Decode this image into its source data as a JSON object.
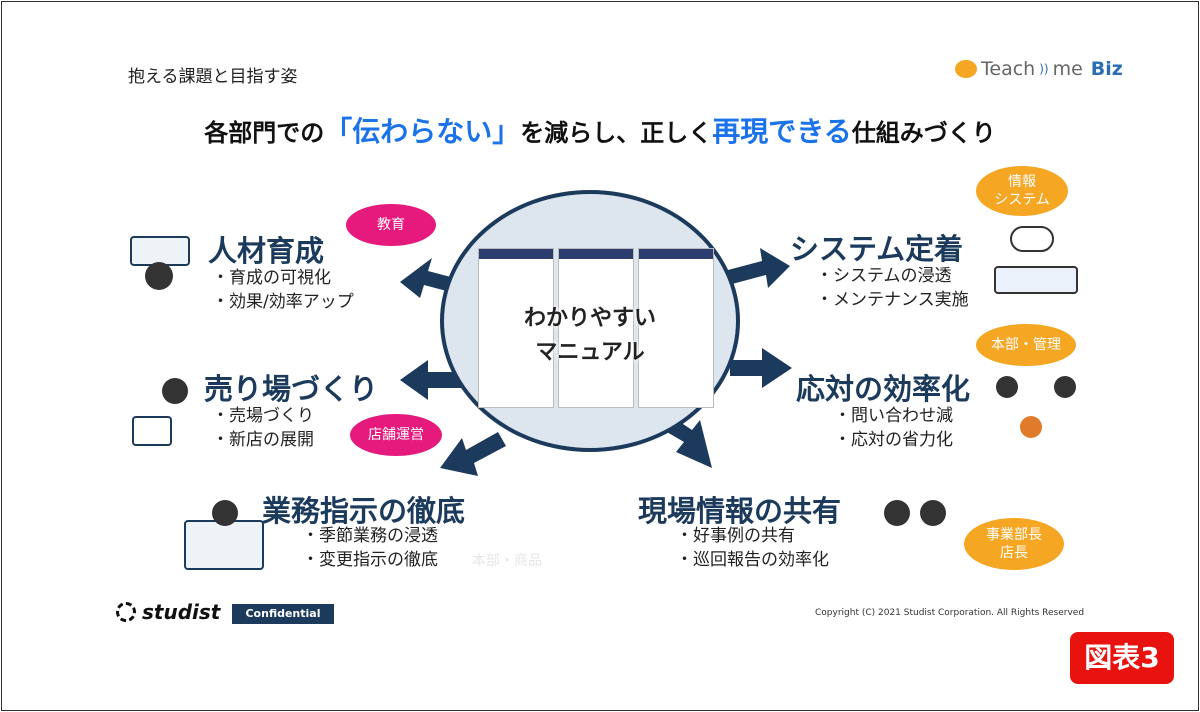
{
  "header": {
    "subtitle": "抱える課題と目指す姿",
    "logo_text": "Teach",
    "logo_me": "me",
    "logo_biz": "Biz"
  },
  "headline": {
    "part1": "各部門での",
    "highlight1": "「伝わらない」",
    "part2": "を減らし、正しく",
    "highlight2": "再現できる",
    "part3": "仕組みづくり"
  },
  "center": {
    "line1": "わかりやすい",
    "line2": "マニュアル"
  },
  "topics": [
    {
      "title": "人材育成",
      "bullets": [
        "・育成の可視化",
        "・効果/効率アップ"
      ],
      "tag": "教育"
    },
    {
      "title": "売り場づくり",
      "bullets": [
        "・売場づくり",
        "・新店の展開"
      ],
      "tag": "店舗運営"
    },
    {
      "title": "業務指示の徹底",
      "bullets": [
        "・季節業務の浸透",
        "・変更指示の徹底"
      ],
      "tag": "本部・商品"
    },
    {
      "title": "システム定着",
      "bullets": [
        "・システムの浸透",
        "・メンテナンス実施"
      ],
      "tag_line1": "情報",
      "tag_line2": "システム"
    },
    {
      "title": "応対の効率化",
      "bullets": [
        "・問い合わせ減",
        "・応対の省力化"
      ],
      "tag": "本部・管理"
    },
    {
      "title": "現場情報の共有",
      "bullets": [
        "・好事例の共有",
        "・巡回報告の効率化"
      ],
      "tag_line1": "事業部長",
      "tag_line2": "店長"
    }
  ],
  "footer": {
    "brand": "studist",
    "confidential": "Confidential",
    "copyright": "Copyright (C) 2021 Studist Corporation. All Rights Reserved",
    "figure_label": "図表3"
  },
  "colors": {
    "navy": "#1b3a5c",
    "blue": "#1a73e8",
    "pink": "#e6197d",
    "orange": "#f5a623",
    "red": "#e8130f"
  }
}
